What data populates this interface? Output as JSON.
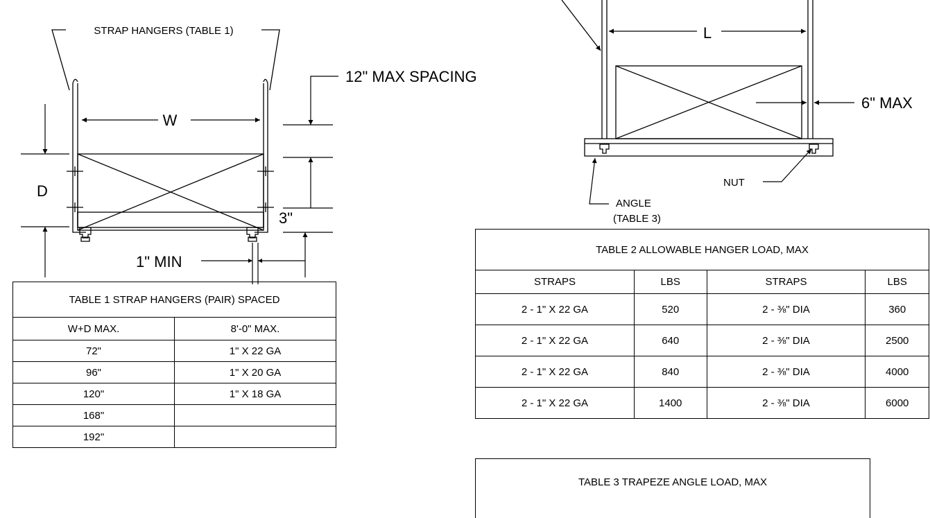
{
  "left_detail": {
    "strap_hangers_label": "STRAP HANGERS (TABLE 1)",
    "max_spacing_label": "12\" MAX SPACING",
    "width_label": "W",
    "depth_label": "D",
    "three_inch_label": "3\"",
    "one_inch_min_label": "1\" MIN"
  },
  "right_detail": {
    "length_label": "L",
    "six_max_label": "6\" MAX",
    "nut_label": "NUT",
    "angle_label_line1": "ANGLE",
    "angle_label_line2": "(TABLE 3)"
  },
  "table1": {
    "title": "TABLE 1 STRAP HANGERS (PAIR) SPACED",
    "headers": [
      "W+D MAX.",
      "8'-0\" MAX."
    ],
    "rows": [
      [
        "72\"",
        "1\" X 22 GA"
      ],
      [
        "96\"",
        "1\" X 20 GA"
      ],
      [
        "120\"",
        "1\" X 18 GA"
      ],
      [
        "168\"",
        ""
      ],
      [
        "192\"",
        ""
      ]
    ]
  },
  "table2": {
    "title": "TABLE 2 ALLOWABLE HANGER LOAD, MAX",
    "headers": [
      "STRAPS",
      "LBS",
      "STRAPS",
      "LBS"
    ],
    "rows": [
      [
        "2 - 1\" X 22 GA",
        "520",
        "2 - ⅜\" DIA",
        "360"
      ],
      [
        "2 - 1\" X 22 GA",
        "640",
        "2 - ⅜\" DIA",
        "2500"
      ],
      [
        "2 - 1\" X 22 GA",
        "840",
        "2 - ⅜\" DIA",
        "4000"
      ],
      [
        "2 - 1\" X 22 GA",
        "1400",
        "2 - ⅜\" DIA",
        "6000"
      ]
    ]
  },
  "table3": {
    "title": "TABLE 3 TRAPEZE ANGLE LOAD, MAX"
  }
}
